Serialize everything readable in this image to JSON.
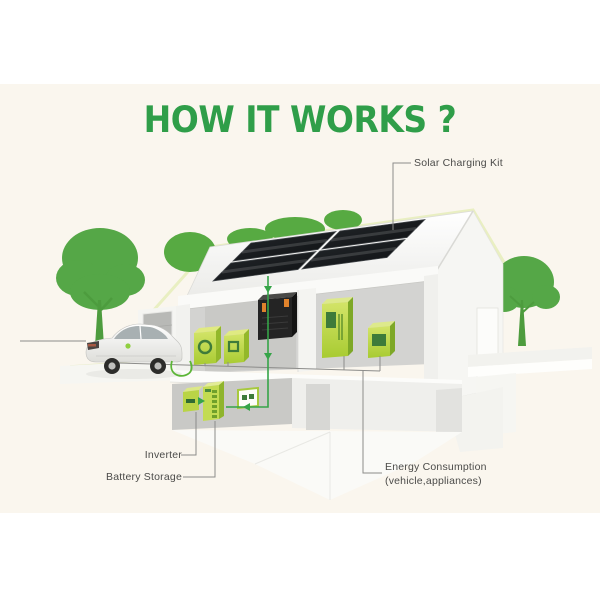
{
  "title": "HOW IT WORKS ?",
  "labels": {
    "solar_kit": "Solar Charging Kit",
    "inverter": "Inverter",
    "battery_storage": "Battery Storage",
    "energy_consumption_line1": "Energy Consumption",
    "energy_consumption_line2": "(vehicle,appliances)"
  },
  "colors": {
    "page_background": "#ffffff",
    "panel_background": "#faf6ee",
    "title_green": "#2f9e49",
    "tree_green": "#55a747",
    "appliance_green": "#b5d33c",
    "appliance_dark_green": "#3e7b3a",
    "flow_line_green": "#36a448",
    "connector_gray": "#8c8c8a",
    "label_text": "#4b4b49",
    "solar_panel": "#1d1f22",
    "house_white": "#f7f7f4",
    "interior_gray": "#d3d3d1"
  },
  "components": [
    "solar-panel-array",
    "house-cutaway",
    "ev-car",
    "charging-cable",
    "charge-controller",
    "washing-machine",
    "dishwasher",
    "refrigerator",
    "kitchen-appliance",
    "inverter-unit",
    "battery-storage-unit",
    "power-outlet",
    "trees"
  ]
}
